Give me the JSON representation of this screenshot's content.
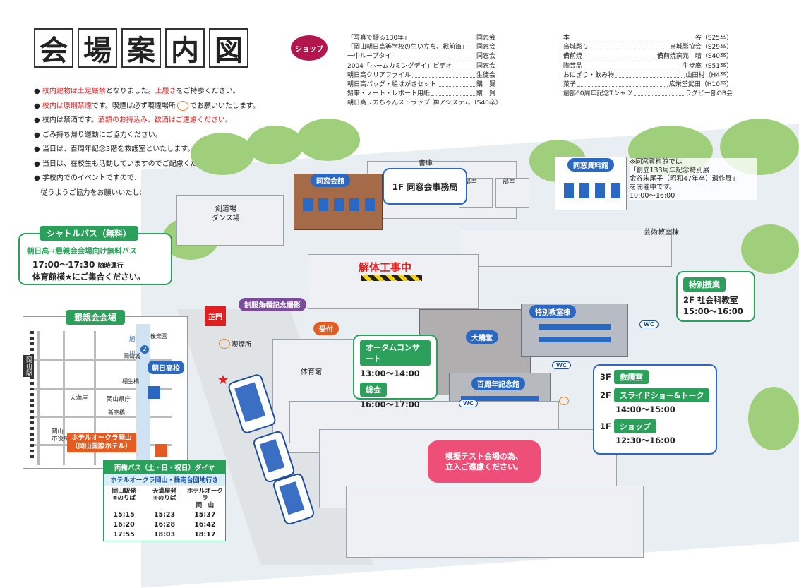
{
  "title": {
    "chars": [
      "会",
      "場",
      "案",
      "内",
      "図"
    ]
  },
  "notes": [
    {
      "pre": "",
      "red": "校内建物は土足厳禁",
      "post": "となりました。",
      "red2": "上履き",
      "post2": "をご持参ください。"
    },
    {
      "pre": "",
      "red": "校内は原則禁煙",
      "post": "です。喫煙は必ず喫煙場所",
      "red2": "",
      "post2": "でお願いいたします。"
    },
    {
      "pre": "校内は禁酒です。",
      "red": "酒類のお持込み、飲酒はご遠慮ください。",
      "post": "",
      "red2": "",
      "post2": ""
    },
    {
      "pre": "ごみ持ち帰り運動にご協力ください。",
      "red": "",
      "post": "",
      "red2": "",
      "post2": ""
    },
    {
      "pre": "当日は、百周年記念3階を救護室といたします。",
      "red": "",
      "post": "",
      "red2": "",
      "post2": ""
    },
    {
      "pre": "当日は、在校生も活動していますのでご配慮ください。",
      "red": "",
      "post": "",
      "red2": "",
      "post2": ""
    },
    {
      "pre": "学校内でのイベントですので、恐れ入りますが、教員・係員の指示誘導には",
      "red": "",
      "post": "",
      "red2": "",
      "post2": ""
    },
    {
      "pre": "従うようご協力をお願いいたします。",
      "red": "",
      "post": "",
      "red2": "",
      "post2": ""
    }
  ],
  "shop": {
    "badge": "ショップ",
    "left": [
      {
        "item": "「写真で綴る130年」",
        "by": "同窓会"
      },
      {
        "item": "「岡山朝日高等学校の生い立ち、戦前篇」",
        "by": "同窓会"
      },
      {
        "item": "一中ループタイ",
        "by": "同窓会"
      },
      {
        "item": "2004「ホームカミングデイ」ビデオ",
        "by": "同窓会"
      },
      {
        "item": "朝日高クリアファイル",
        "by": "生徒会"
      },
      {
        "item": "朝日高バッグ・絵はがきセット",
        "by": "購　買"
      },
      {
        "item": "鉛筆・ノート・レポート用紙",
        "by": "購　買"
      },
      {
        "item": "朝日高リカちゃんストラップ",
        "by": "㈱アシステム（S40卒）"
      }
    ],
    "right": [
      {
        "item": "本",
        "by": "谷（S25卒）"
      },
      {
        "item": "烏城彫り",
        "by": "烏城彫協会（S29卒）"
      },
      {
        "item": "備前焼",
        "by": "備前焼窯元　晴（S40卒）"
      },
      {
        "item": "陶芸品",
        "by": "牛歩庵（S51卒）"
      },
      {
        "item": "おにぎり・飲み物",
        "by": "山田村（H4卒）"
      },
      {
        "item": "菓子",
        "by": "広栄堂武田（H10卒）"
      },
      {
        "item": "創部60周年記念Tシャツ",
        "by": "ラグビー部OB会"
      }
    ]
  },
  "map": {
    "shokoban": "書庫",
    "bushitsu1": "部室",
    "bushitsu2": "部室",
    "dousoukaikan": "同窓会館",
    "dousoukai_office": "1F 同窓会事務局",
    "dousou_shiryoukan": "同窓資料館",
    "shiryoukan_note": [
      "※同窓資料館では",
      "「創立133周年記念特別展",
      "金谷朱尾子（昭和47年卒）遺作展」",
      "を開催中です。",
      "10:00〜16:00"
    ],
    "kendojo": "剣道場",
    "dance": "ダンス場",
    "geijutsu": "芸術教室棟",
    "kaitai": "解体工事中",
    "seifuku": "制服角帽記念撮影",
    "seimon": "正門",
    "uketsuke": "受付",
    "kitsuen": "喫煙所",
    "taiikukan": "体育館",
    "daikoudou": "大講堂",
    "tokubetsu_kyoushitsu": "特別教室棟",
    "hyakushunen": "百周年記念館",
    "wc": "WC",
    "mogi": [
      "模擬テスト会場の為、",
      "立入ご遠慮ください。"
    ]
  },
  "tokubetsu_jugyo": {
    "chip": "特別授業",
    "room": "2F 社会科教室",
    "time": "15:00〜16:00"
  },
  "autumn": {
    "chip1": "オータムコンサート",
    "time1": "13:00〜14:00",
    "chip2": "総会",
    "time2": "16:00〜17:00"
  },
  "hyaku_floors": {
    "f3_label": "3F",
    "f3_chip": "救護室",
    "f2_label": "2F",
    "f2_chip": "スライドショー&トーク",
    "f2_time": "14:00〜15:00",
    "f1_label": "1F",
    "f1_chip": "ショップ",
    "f1_time": "12:30〜16:00"
  },
  "shuttle": {
    "head": "シャトルバス（無料）",
    "line1": "朝日高→懇親会会場向け無料バス",
    "line2": "17:00〜17:30",
    "line2b": "随時運行",
    "line3": "体育館横★にご集合ください。"
  },
  "konshin": {
    "head": "懇親会会場",
    "station": "岡山駅",
    "asahikawa1": "旭",
    "asahikawa2": "川",
    "korakuen": "後楽園",
    "okayamajo": "岡山城",
    "asahi_label": "朝日高校",
    "aioibashi": "相生橋",
    "tenmaya": "天満屋",
    "kencho": "岡山県庁",
    "shinkyobashi": "新京橋",
    "shiyakusho1": "岡山",
    "shiyakusho2": "市役所",
    "hotel1": "ホテルオークラ岡山",
    "hotel2": "（岡山国際ホテル）",
    "route2": "2"
  },
  "timetable": {
    "head": "両備バス（土・日・祝日）ダイヤ",
    "sub": "ホテルオークラ岡山・操南台団地行き",
    "cols": [
      [
        "岡山駅発",
        "⑧のりば"
      ],
      [
        "天満屋発",
        "⑥のりば"
      ],
      [
        "ホテルオークラ",
        "岡　山"
      ]
    ],
    "rows": [
      [
        "15:15",
        "15:23",
        "15:37"
      ],
      [
        "16:20",
        "16:28",
        "16:42"
      ],
      [
        "17:55",
        "18:03",
        "18:17"
      ]
    ]
  }
}
